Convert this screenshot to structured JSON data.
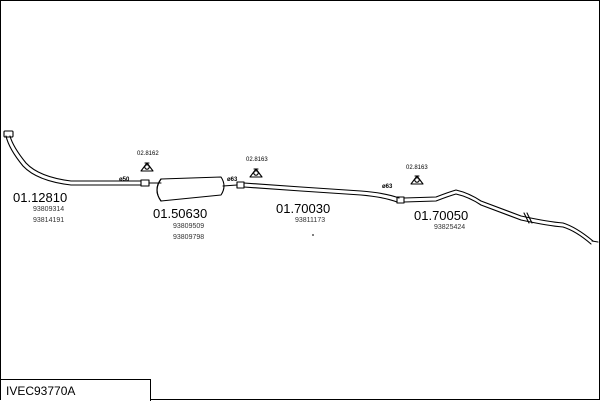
{
  "parts": [
    {
      "id": "front-pipe",
      "number": "01.12810",
      "oem": [
        "93809314",
        "93814191"
      ]
    },
    {
      "id": "middle-silencer",
      "number": "01.50630",
      "oem": [
        "93809509",
        "93809798"
      ]
    },
    {
      "id": "intermediate-pipe",
      "number": "01.70030",
      "oem": [
        "93811173"
      ]
    },
    {
      "id": "tail-pipe",
      "number": "01.70050",
      "oem": [
        "93825424"
      ]
    }
  ],
  "clamps": [
    "02.8162",
    "02.8163",
    "02.8163"
  ],
  "diameters": [
    "ø50",
    "ø63",
    "ø63"
  ],
  "diagram_code": "IVEC93770A",
  "colors": {
    "line": "#000000",
    "background": "#ffffff",
    "text": "#000000"
  }
}
